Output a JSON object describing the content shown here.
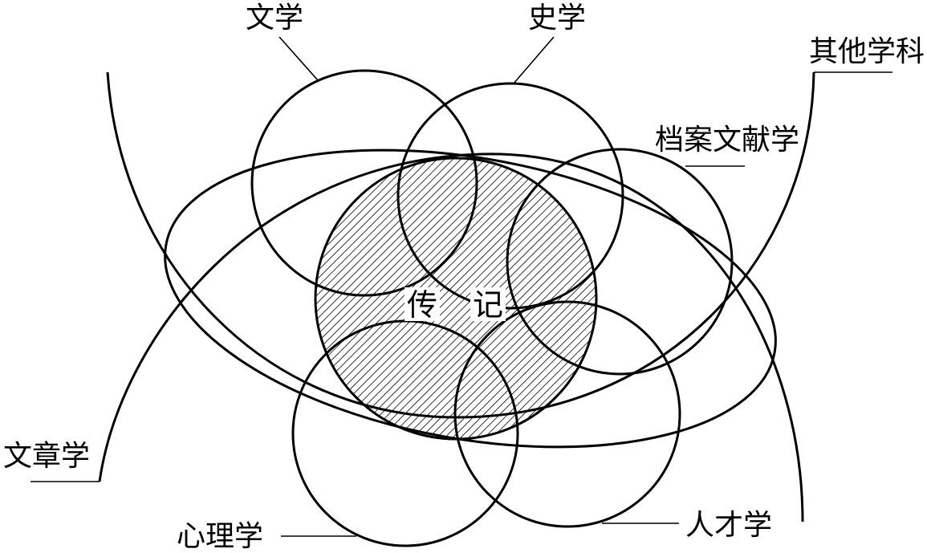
{
  "diagram": {
    "center_label_left": "传",
    "center_label_right": "记",
    "labels": {
      "wenxue": "文学",
      "shixue": "史学",
      "qita": "其他学科",
      "dangan": "档案文献学",
      "wenzhang": "文章学",
      "xinli": "心理学",
      "rencai": "人才学"
    }
  }
}
